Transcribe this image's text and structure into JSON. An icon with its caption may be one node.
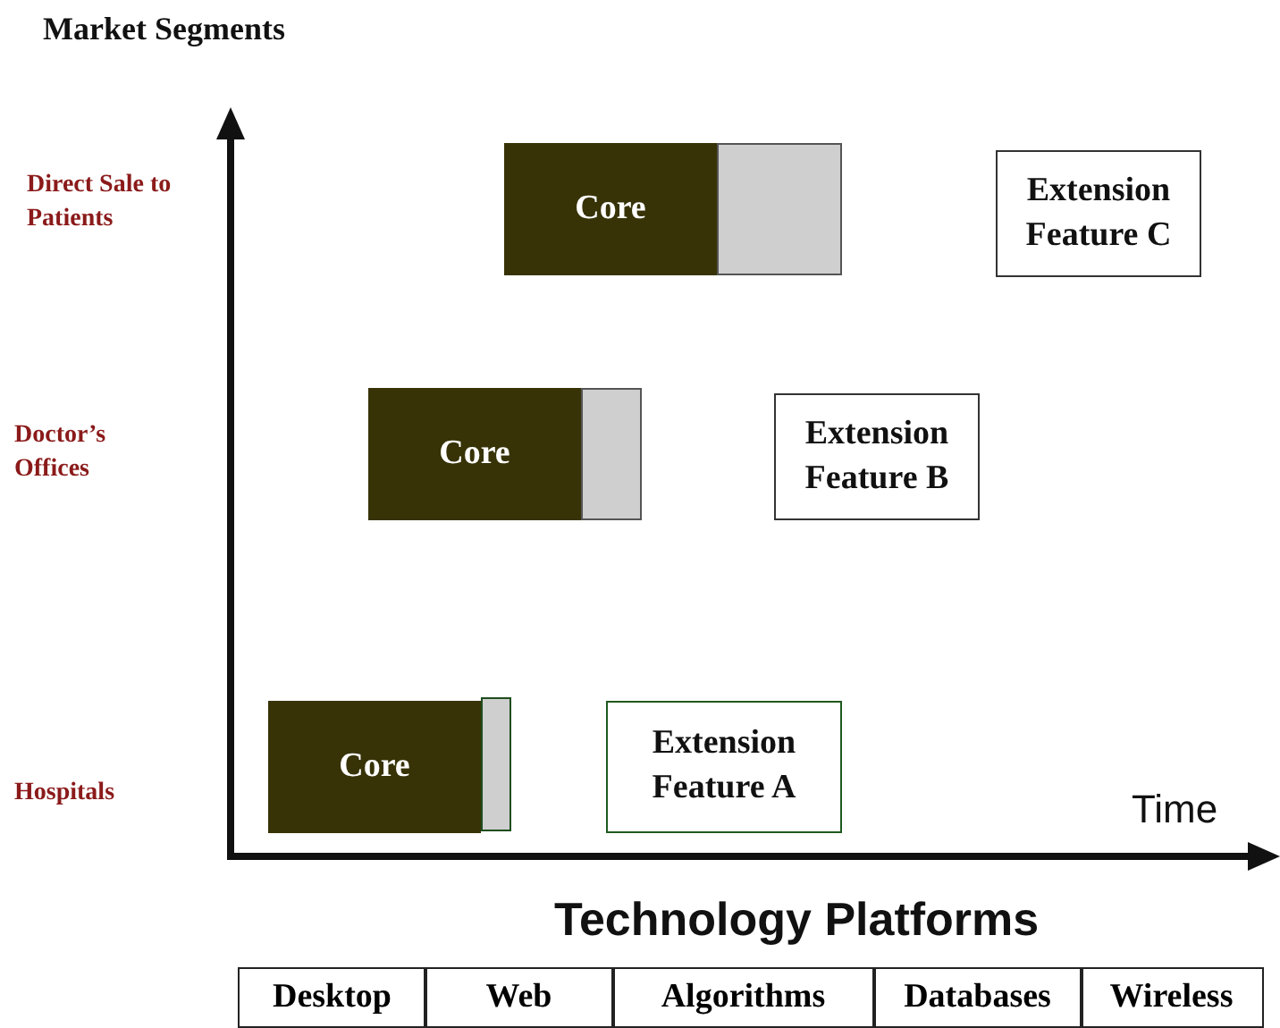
{
  "diagram": {
    "nodes": [
      {
        "text": [
          "Core"
        ]
      },
      {
        "text": [],
        "shape": "box"
      },
      {
        "text": [
          "Extension Feature C"
        ]
      },
      {
        "text": [
          "Core"
        ]
      },
      {
        "text": [],
        "shape": "box"
      },
      {
        "text": [
          "Extension Feature B"
        ]
      },
      {
        "text": [
          "Core"
        ]
      },
      {
        "text": [],
        "shape": "box"
      },
      {
        "text": [
          "Extension Feature A"
        ]
      }
    ],
    "labels": [
      "Market Segments",
      "Direct Sale to Patients",
      "Doctor’s Offices",
      "Hospitals",
      "Time",
      "Technology Platforms",
      "Desktop",
      "Web",
      "Algorithms",
      "Databases",
      "Wireless"
    ]
  }
}
